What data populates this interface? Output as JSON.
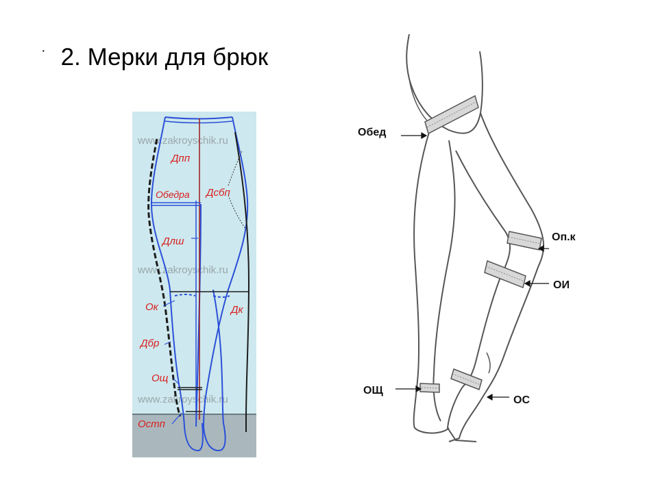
{
  "slide": {
    "bullet": "·",
    "title": "2. Мерки для брюк"
  },
  "left_figure": {
    "watermarks": [
      "www.zakroyschik.ru",
      "www.zakroyschik.ru",
      "www.zakroyschik.ru"
    ],
    "labels": {
      "dpp": "Дпп",
      "obedra": "Обедра",
      "dsbp": "Дсбп",
      "dlsh": "Длш",
      "ok": "Ок",
      "dk": "Дк",
      "dbr": "Дбр",
      "oshch": "Ощ",
      "ostp": "Остп"
    },
    "colors": {
      "background": "#cde8ee",
      "floor": "#aab8bd",
      "outline": "#2a4fd8",
      "label": "#d81e1e",
      "center_line": "#a01818"
    }
  },
  "right_figure": {
    "labels": {
      "obed": "Обед",
      "op_k": "Оп.к",
      "oi": "ОИ",
      "oshch": "ОЩ",
      "os": "ОС"
    }
  }
}
